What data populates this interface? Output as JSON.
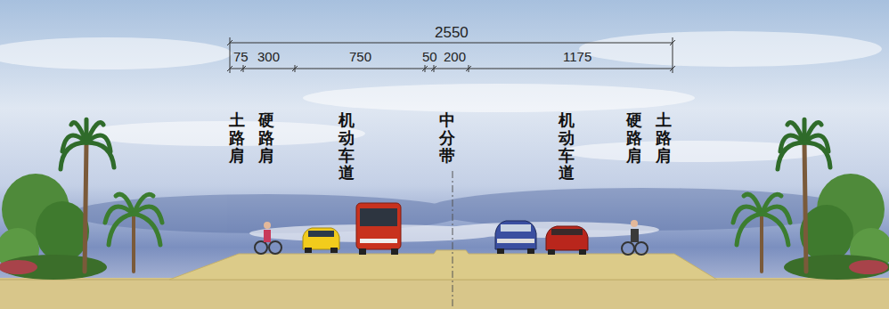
{
  "diagram": {
    "labels": [
      "2550",
      "75",
      "300",
      "750",
      "50",
      "200",
      "1175",
      "土路肩",
      "硬路肩",
      "机动车道",
      "中分带",
      "机动车道",
      "硬路肩",
      "土路肩"
    ]
  }
}
